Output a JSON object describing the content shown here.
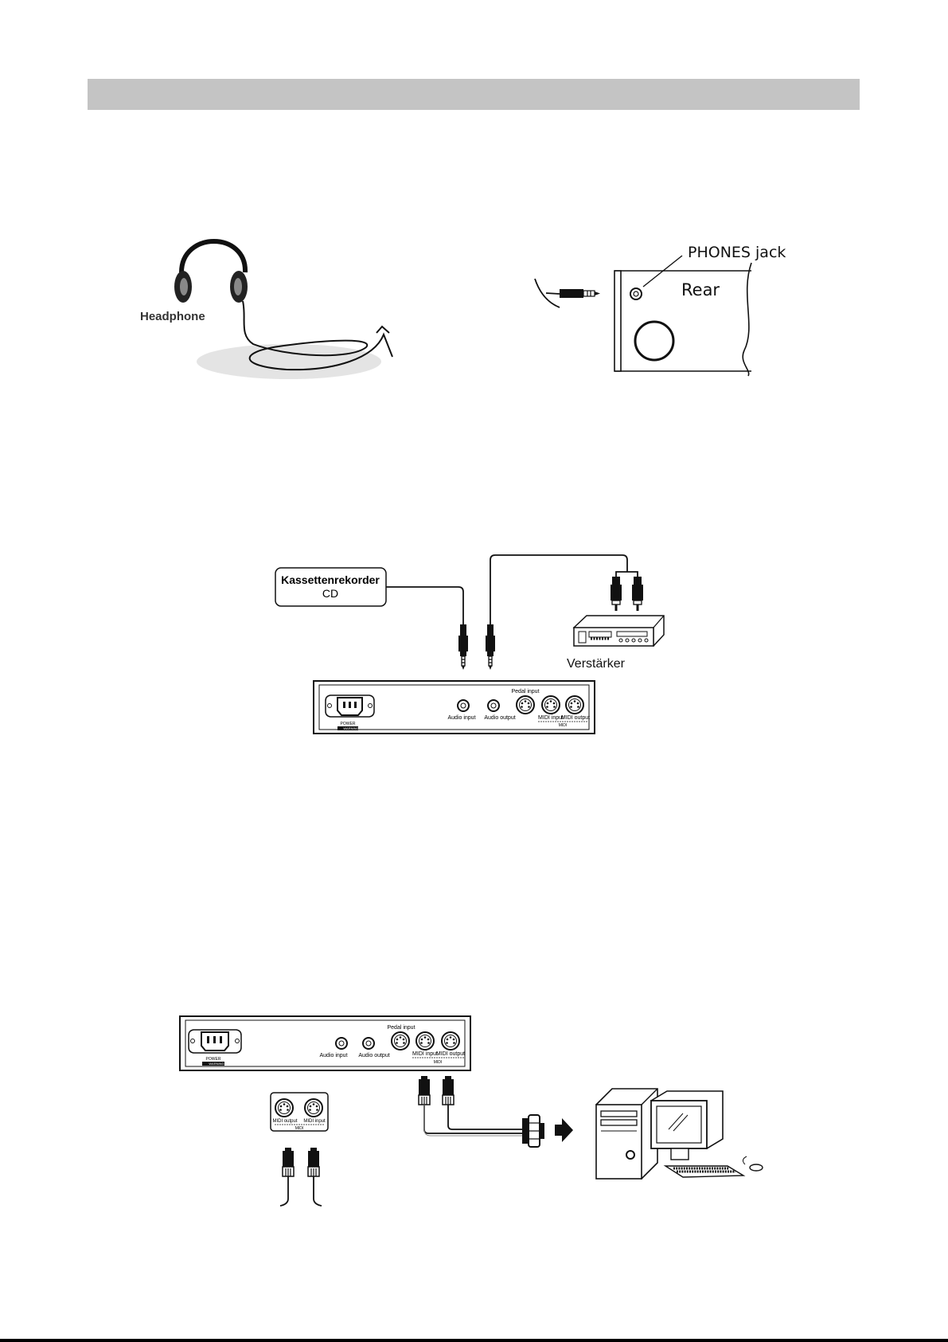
{
  "figure1": {
    "headphone_label": "Headphone",
    "phones_jack_label": "PHONES jack",
    "rear_label": "Rear"
  },
  "figure2": {
    "recorder_line1": "Kassettenrekorder",
    "recorder_line2": "CD",
    "amplifier_label": "Verstärker",
    "panel": {
      "power": "POWER",
      "warning": "WARNING",
      "audio_input": "Audio input",
      "audio_output": "Audio output",
      "pedal_input": "Pedal input",
      "midi_input": "MIDI input",
      "midi_output": "MIDI output",
      "midi": "MIDI"
    }
  },
  "figure3": {
    "panel": {
      "power": "POWER",
      "warning": "WARNING",
      "audio_input": "Audio input",
      "audio_output": "Audio output",
      "pedal_input": "Pedal input",
      "midi_input": "MIDI input",
      "midi_output": "MIDI output",
      "midi": "MIDI"
    },
    "inset": {
      "midi_output": "MIDI output",
      "midi_input": "MIDI input",
      "midi": "MIDI"
    }
  }
}
